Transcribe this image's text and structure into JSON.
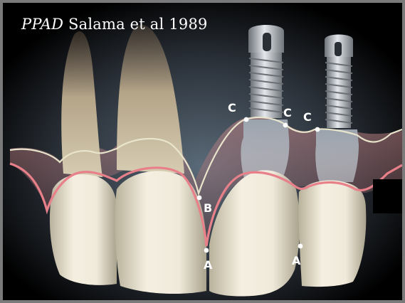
{
  "title": {
    "italic": "PPAD",
    "rest": " Salama et al 1989"
  },
  "labels": {
    "c1": "C",
    "c2": "C",
    "c3": "C",
    "b": "B",
    "a1": "A",
    "a2": "A"
  },
  "colors": {
    "background": "#000000",
    "frame": "#7a7a7a",
    "gingiva_line": "#e8808a",
    "bone_line": "#e9e4cc",
    "tooth": "#ece6d2",
    "implant": "#c9cdd2",
    "label": "#ffffff"
  }
}
